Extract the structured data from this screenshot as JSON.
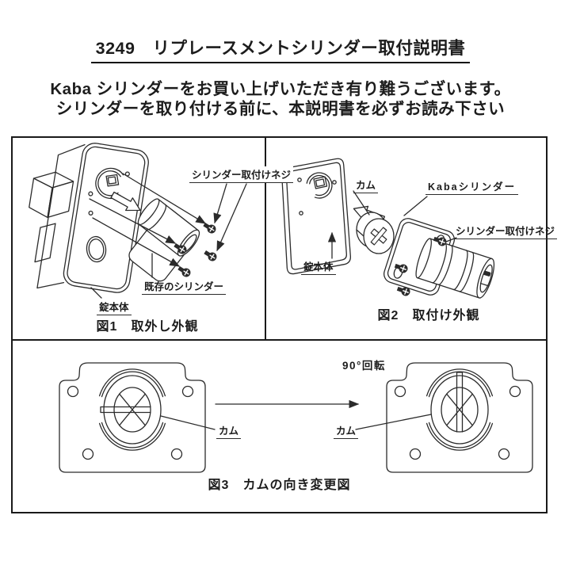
{
  "colors": {
    "background": "#ffffff",
    "ink": "#2b2b2b",
    "border": "#1a1a1a"
  },
  "title": "3249　リプレースメントシリンダー取付説明書",
  "intro": {
    "line1": "Kaba シリンダーをお買い上げいただき有り難うございます。",
    "line2": "シリンダーを取り付ける前に、本説明書を必ずお読み下さい"
  },
  "figure1": {
    "caption": "図1　取外し外観",
    "labels": {
      "cylinder_screw": "シリンダー取付けネジ",
      "existing_cylinder": "既存のシリンダー",
      "lock_body": "錠本体"
    }
  },
  "figure2": {
    "caption": "図2　取付け外観",
    "labels": {
      "cam": "カム",
      "kaba_cylinder": "Kabaシリンダー",
      "cylinder_screw": "シリンダー取付けネジ",
      "lock_body": "錠本体"
    }
  },
  "figure3": {
    "caption": "図3　カムの向き変更図",
    "rotation_note": "90°回転",
    "labels": {
      "cam_left": "カム",
      "cam_right": "カム"
    }
  }
}
